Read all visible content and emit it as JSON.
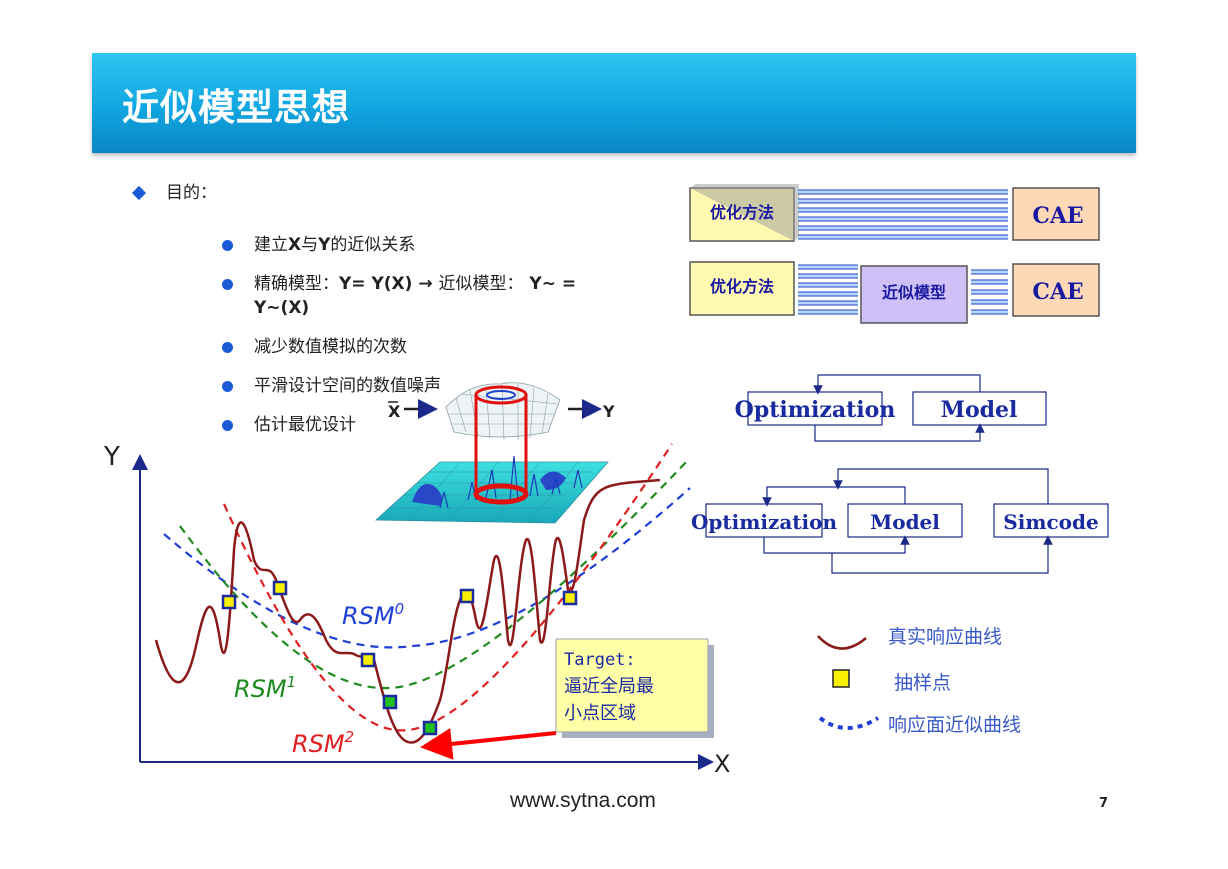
{
  "header": {
    "title": "近似模型思想"
  },
  "purpose": {
    "label": "目的：",
    "items": {
      "i1": {
        "t1": "建立",
        "t2": "X",
        "t3": "与",
        "t4": "Y",
        "t5": "的近似关系"
      },
      "i2": {
        "t1": "精确模型：",
        "t2": "Y= Y(X) → ",
        "t3": "近似模型：",
        "t4": " Y~ =",
        "t5": "Y~(X)"
      },
      "i3": "减少数值模拟的次数",
      "i4": "平滑设计空间的数值噪声",
      "i5": "估计最优设计"
    }
  },
  "flow1": {
    "opt": "优化方法",
    "cae": "CAE"
  },
  "flow2": {
    "opt": "优化方法",
    "approx": "近似模型",
    "cae": "CAE"
  },
  "loop1": {
    "optimization": "Optimization",
    "model": "Model"
  },
  "loop2": {
    "optimization": "Optimization",
    "model": "Model",
    "simcode": "Simcode"
  },
  "surface": {
    "x_label": "X",
    "y_label": "Y"
  },
  "plot": {
    "y_axis": "Y",
    "x_axis": "X",
    "rsm0": "RSM",
    "rsm0_sup": "0",
    "rsm1": "RSM",
    "rsm1_sup": "1",
    "rsm2": "RSM",
    "rsm2_sup": "2",
    "target_line1": "Target:",
    "target_line2": "逼近全局最",
    "target_line3": "小点区域"
  },
  "legend": {
    "true_curve": "真实响应曲线",
    "sample_point": "抽样点",
    "approx_curve": "响应面近似曲线"
  },
  "colors": {
    "header": "#11a6e0",
    "true_curve": "#8b1a1a",
    "rsm0": "#1f3fd6",
    "rsm1": "#1f8a1f",
    "rsm2": "#e02020",
    "opt_box": "#fff8b0",
    "approx_box": "#d0c0f8"
  },
  "footer": {
    "url": "www.sytna.com",
    "page": "7"
  }
}
